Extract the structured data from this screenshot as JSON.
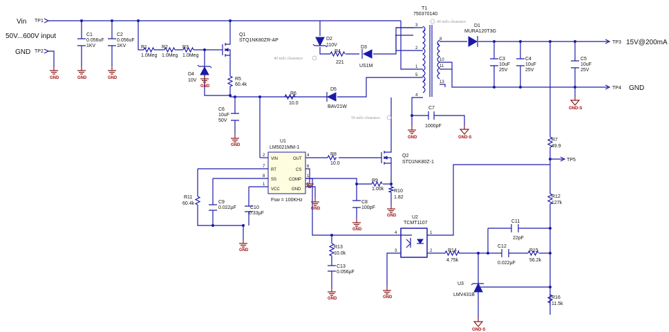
{
  "ports": {
    "vin": "Vin",
    "vin_range": "50V...600V input",
    "gnd_in": "GND",
    "tp1": "TP1",
    "tp2": "TP2",
    "tp3": "TP3",
    "tp4": "TP4",
    "tp5": "TP5",
    "vout": "15V@200mA",
    "gnd_out": "GND"
  },
  "gnd_label": "GND",
  "gnds_label": "GND-S",
  "clearance": {
    "c40a": "40 mils clearance",
    "c40b": "40 mils clearance",
    "c50": "50 mils clearance"
  },
  "components": {
    "c1": {
      "ref": "C1",
      "v1": "0.056uF",
      "v2": "1KV"
    },
    "c2": {
      "ref": "C2",
      "v1": "0.056uF",
      "v2": "1KV"
    },
    "r1": {
      "ref": "R1",
      "v1": "1.0Meg"
    },
    "r2": {
      "ref": "R2",
      "v1": "1.0Meg"
    },
    "r3": {
      "ref": "R3",
      "v1": "1.0Meg"
    },
    "q1": {
      "ref": "Q1",
      "v1": "STQ1NK80ZR-AP"
    },
    "d4": {
      "ref": "D4",
      "v1": "10V"
    },
    "r5": {
      "ref": "R5",
      "v1": "60.4k"
    },
    "c6": {
      "ref": "C6",
      "v1": "10uF",
      "v2": "50V"
    },
    "d2": {
      "ref": "D2",
      "v1": "110V"
    },
    "r4": {
      "ref": "R4",
      "v1": "221"
    },
    "d3": {
      "ref": "D3",
      "v1": "US1M"
    },
    "r6": {
      "ref": "R6",
      "v1": "10.0"
    },
    "d5": {
      "ref": "D5",
      "v1": "BAV21W"
    },
    "t1": {
      "ref": "T1",
      "v1": "750370140"
    },
    "d1": {
      "ref": "D1",
      "v1": "MURA120T3G"
    },
    "c3": {
      "ref": "C3",
      "v1": "10uF",
      "v2": "25V"
    },
    "c4": {
      "ref": "C4",
      "v1": "10uF",
      "v2": "25V"
    },
    "c5": {
      "ref": "C5",
      "v1": "10uF",
      "v2": "25V"
    },
    "c7": {
      "ref": "C7",
      "v1": "1000pF"
    },
    "u1": {
      "ref": "U1",
      "v1": "LM5021MM-1",
      "fsw": "Fsw = 100KHz",
      "p_vin": "VIN",
      "p_rt": "RT",
      "p_ss": "SS",
      "p_vcc": "VCC",
      "p_out": "OUT",
      "p_cs": "CS",
      "p_comp": "COMP",
      "p_gnd": "GND"
    },
    "r8": {
      "ref": "R8",
      "v1": "10.0"
    },
    "q2": {
      "ref": "Q2",
      "v1": "STD1NK80Z-1"
    },
    "r9": {
      "ref": "R9",
      "v1": "1.00k"
    },
    "r10": {
      "ref": "R10",
      "v1": "1.82"
    },
    "c8": {
      "ref": "C8",
      "v1": "100pF"
    },
    "r11": {
      "ref": "R11",
      "v1": "60.4k"
    },
    "c9": {
      "ref": "C9",
      "v1": "0.022µF"
    },
    "c10": {
      "ref": "C10",
      "v1": "0.33µF"
    },
    "r13": {
      "ref": "R13",
      "v1": "10.0k"
    },
    "c13": {
      "ref": "C13",
      "v1": "0.056µF"
    },
    "u2": {
      "ref": "U2",
      "v1": "TCMT1107"
    },
    "r14": {
      "ref": "R14",
      "v1": "4.75k"
    },
    "c12": {
      "ref": "C12",
      "v1": "0.022µF"
    },
    "r15": {
      "ref": "R15",
      "v1": "56.2k"
    },
    "c11": {
      "ref": "C11",
      "v1": "22pF"
    },
    "r7": {
      "ref": "R7",
      "v1": "49.9"
    },
    "r12": {
      "ref": "R12",
      "v1": "127k"
    },
    "r16": {
      "ref": "R16",
      "v1": "11.5k"
    },
    "u3": {
      "ref": "U3",
      "v1": "LMV431B"
    }
  }
}
